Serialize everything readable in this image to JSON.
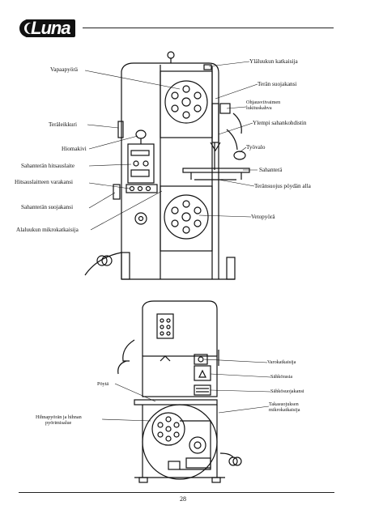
{
  "header": {
    "logo_text": "Luna"
  },
  "figure1": {
    "labels": {
      "upper_door_switch": "Yläluukun katkaisija",
      "upper_wheel": "Vapaapyörä",
      "blade_guard": "Terän suojakansi",
      "guide_adjust_line1": "Ohjausviivaimen",
      "guide_adjust_line2": "lukituskahva",
      "upper_blade_guide": "Ylempi sahankohdistin",
      "blade_lock": "Teräleikkuri",
      "work_light": "Työvalo",
      "grinder": "Hiomakivi",
      "saw_table": "Sahanterä",
      "welder": "Sahanterän hitsauslaite",
      "welder_cover": "Hitsauslaitteen varakansi",
      "table_guard": "Teränsuojus pöydän alla",
      "lower_guard": "Sahanterän suojakansi",
      "drive_wheel": "Vetopyörä",
      "lower_door_switch": "Alaluukun mikrokatkaisija"
    }
  },
  "figure2": {
    "labels": {
      "limit_switch": "Varokatkaisija",
      "electrics_box": "Sähkörasia",
      "electrics_cover": "Sähkösuojakansi",
      "table": "Pöytä",
      "rear_switch_line1": "Takasuojuksen",
      "rear_switch_line2": "mikrokatkaisija",
      "belt_area_line1": "Hihnapyörän ja hihnan",
      "belt_area_line2": "pyörimisalue"
    }
  },
  "footer": {
    "page_number": "28"
  }
}
